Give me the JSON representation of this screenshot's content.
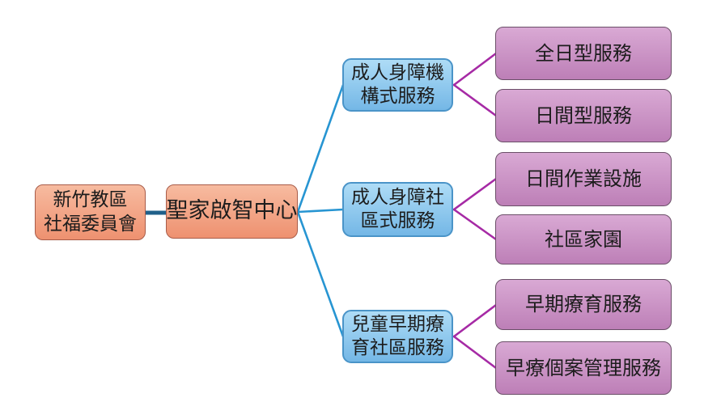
{
  "colors": {
    "bg": "#ffffff",
    "orange-top": "#f7bba0",
    "orange-bottom": "#ee9170",
    "orange-border": "#a85c49",
    "blue-top": "#aedcf6",
    "blue-bottom": "#74b7e6",
    "blue-border": "#4a94c8",
    "purple-top": "#d9a9d4",
    "purple-bottom": "#bd7fb7",
    "purple-border": "#6b4f68",
    "line-teal": "#2795d2",
    "line-dark": "#20608a",
    "line-purple": "#a62aa5",
    "text": "#1c1c1c"
  },
  "chart": {
    "type": "org-chart",
    "root": {
      "lines": [
        "新竹教區",
        "社福委員會"
      ]
    },
    "center": {
      "label": "聖家啟智中心"
    },
    "branches": [
      {
        "lines": [
          "成人身障機",
          "構式服務"
        ],
        "leaves": [
          "全日型服務",
          "日間型服務"
        ]
      },
      {
        "lines": [
          "成人身障社",
          "區式服務"
        ],
        "leaves": [
          "日間作業設施",
          "社區家園"
        ]
      },
      {
        "lines": [
          "兒童早期療",
          "育社區服務"
        ],
        "leaves": [
          "早期療育服務",
          "早療個案管理服務"
        ]
      }
    ]
  }
}
